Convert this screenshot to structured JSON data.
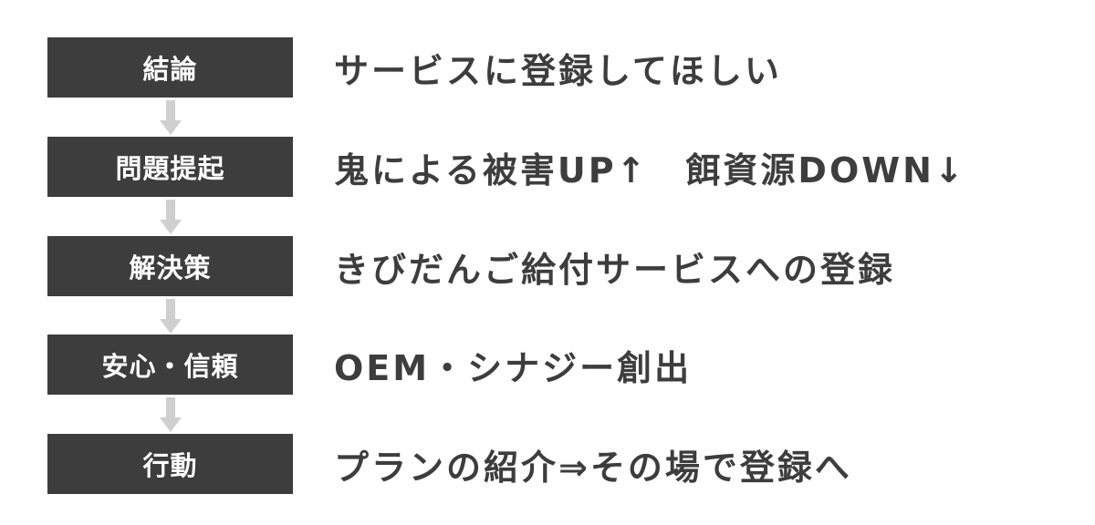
{
  "steps": [
    {
      "label": "結論",
      "description": "サービスに登録してほしい"
    },
    {
      "label": "問題提起",
      "description": "鬼による被害UP↑　餌資源DOWN↓"
    },
    {
      "label": "解決策",
      "description": "きびだんご給付サービスへの登録"
    },
    {
      "label": "安心・信頼",
      "description": "OEM・シナジー創出"
    },
    {
      "label": "行動",
      "description": "プランの紹介⇒その場で登録へ"
    }
  ],
  "colors": {
    "box_fill": "#3d3d3d",
    "box_text": "#ffffff",
    "description_text": "#3d3d3d",
    "arrow": "#cfcfcf"
  }
}
